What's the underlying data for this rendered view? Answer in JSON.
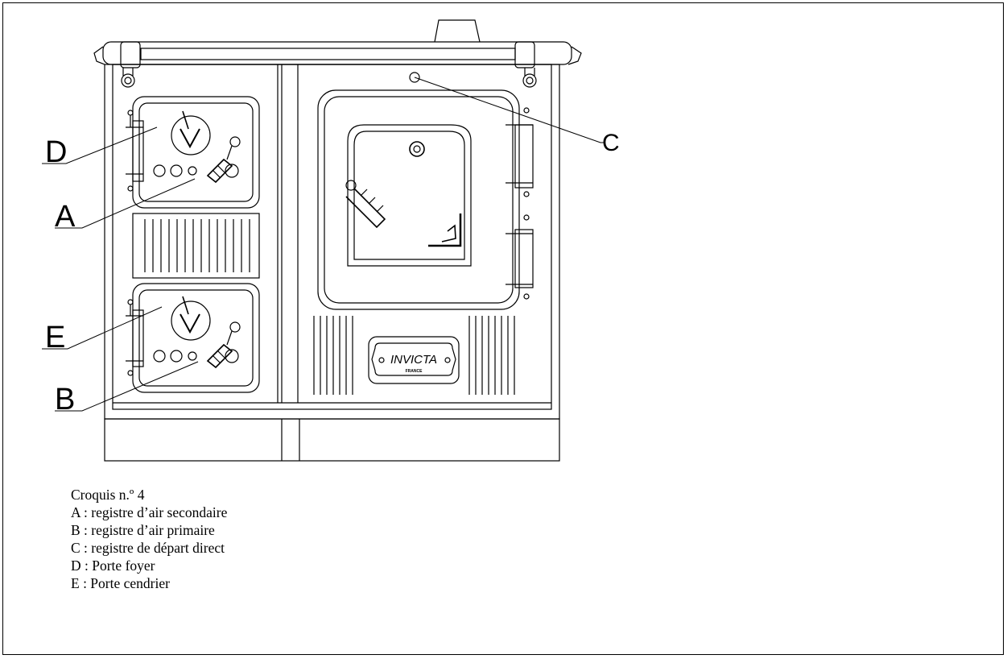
{
  "figure": {
    "callouts": {
      "A": "A",
      "B": "B",
      "C": "C",
      "D": "D",
      "E": "E"
    },
    "brand_plate": {
      "brand": "INVICTA",
      "country": "FRANCE"
    }
  },
  "legend": {
    "title": "Croquis n.º 4",
    "items": [
      "A : registre d’air secondaire",
      "B : registre d’air primaire",
      "C : registre de départ direct",
      "D : Porte foyer",
      "E : Porte cendrier"
    ]
  }
}
